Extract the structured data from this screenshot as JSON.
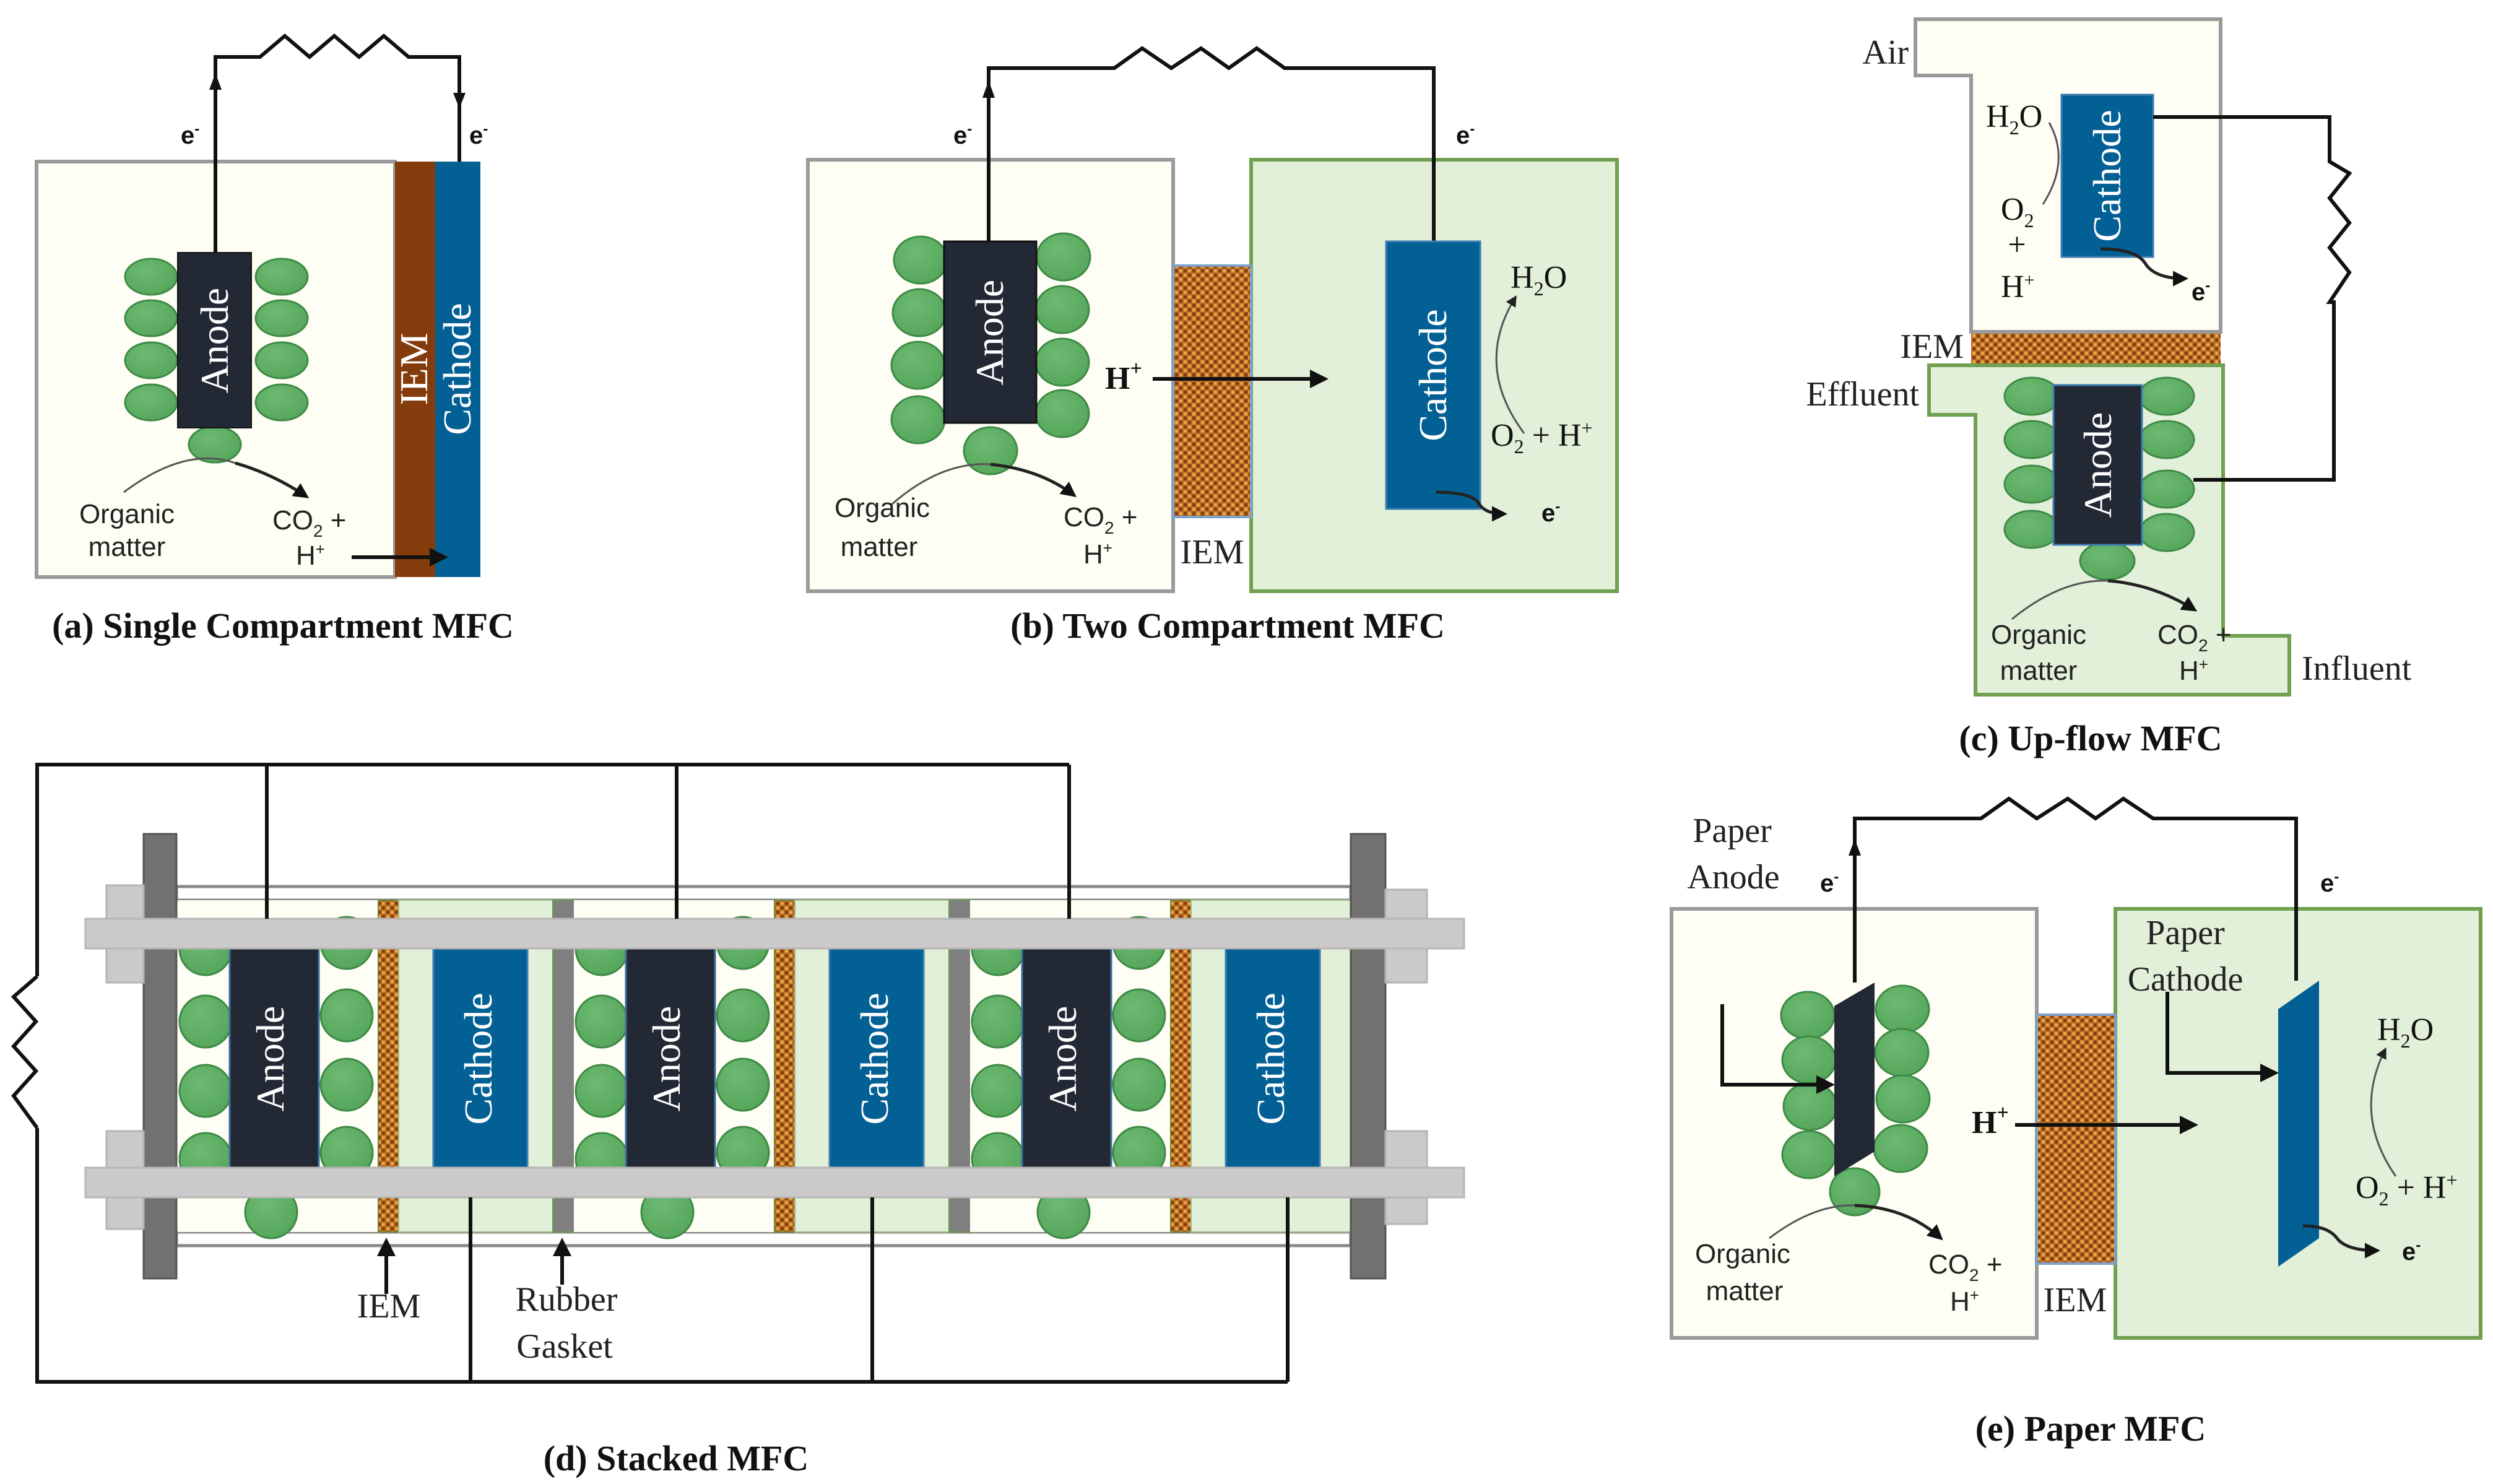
{
  "figure": {
    "colors": {
      "anode_chamber": "#fefef4",
      "cathode_chamber": "#e2efd9",
      "chamber_border_gray": "#9a9a9a",
      "chamber_border_green": "#70a050",
      "anode": "#222834",
      "cathode": "#006098",
      "iem_solid": "#843c0c",
      "iem_pattern_a": "#a0521c",
      "iem_pattern_b": "#e0a040",
      "bacteria": "#5cad62",
      "bacteria_stroke": "#3e8a46",
      "end_plate": "#737070",
      "rod": "#cbc9c9",
      "gasket": "#7f7f7f"
    },
    "panels": {
      "a": {
        "caption": "(a) Single Compartment MFC",
        "anode": "Anode",
        "iem": "IEM",
        "cathode": "Cathode",
        "electron_left": "e",
        "electron_right": "e",
        "electron_sup": "-",
        "organic_line1": "Organic",
        "organic_line2": "matter",
        "co2": "CO",
        "co2_sub": "2",
        "plus": " +",
        "proton": "H",
        "proton_sup": "+"
      },
      "b": {
        "caption": "(b) Two Compartment MFC",
        "anode": "Anode",
        "cathode": "Cathode",
        "iem": "IEM",
        "electron_left": "e",
        "electron_right": "e",
        "electron_out": "e",
        "electron_sup": "-",
        "proton": "H",
        "proton_sup": "+",
        "organic_line1": "Organic",
        "organic_line2": "matter",
        "co2": "CO",
        "co2_sub": "2",
        "plus": " +",
        "h2o_h": "H",
        "h2o_sub": "2",
        "h2o_o": "O",
        "o2": "O",
        "o2_sub": "2",
        "o2_rest": " + H",
        "o2_sup": "+"
      },
      "c": {
        "caption": "(c) Up-flow MFC",
        "air": "Air",
        "iem": "IEM",
        "effluent": "Effluent",
        "influent": "Influent",
        "anode": "Anode",
        "cathode": "Cathode",
        "h2o_h": "H",
        "h2o_sub": "2",
        "h2o_o": "O",
        "o2": "O",
        "o2_sub": "2",
        "plus": "+",
        "proton": "H",
        "proton_sup": "+",
        "electron_out": "e",
        "electron_sup": "-",
        "organic_line1": "Organic",
        "organic_line2": "matter",
        "co2": "CO",
        "co2_sub": "2",
        "co2_plus": " +"
      },
      "d": {
        "caption": "(d) Stacked MFC",
        "cells": [
          {
            "anode": "Anode",
            "cathode": "Cathode"
          },
          {
            "anode": "Anode",
            "cathode": "Cathode"
          },
          {
            "anode": "Anode",
            "cathode": "Cathode"
          }
        ],
        "iem_label": "IEM",
        "gasket_line1": "Rubber",
        "gasket_line2": "Gasket"
      },
      "e": {
        "caption": "(e) Paper MFC",
        "paper_anode_line1": "Paper",
        "paper_anode_line2": "Anode",
        "paper_cathode_line1": "Paper",
        "paper_cathode_line2": "Cathode",
        "iem": "IEM",
        "electron_left": "e",
        "electron_right": "e",
        "electron_out": "e",
        "electron_sup": "-",
        "proton": "H",
        "proton_sup": "+",
        "organic_line1": "Organic",
        "organic_line2": "matter",
        "co2": "CO",
        "co2_sub": "2",
        "plus": " +",
        "h2o_h": "H",
        "h2o_sub": "2",
        "h2o_o": "O",
        "o2": "O",
        "o2_sub": "2",
        "o2_rest": " + H",
        "o2_sup": "+"
      }
    }
  }
}
